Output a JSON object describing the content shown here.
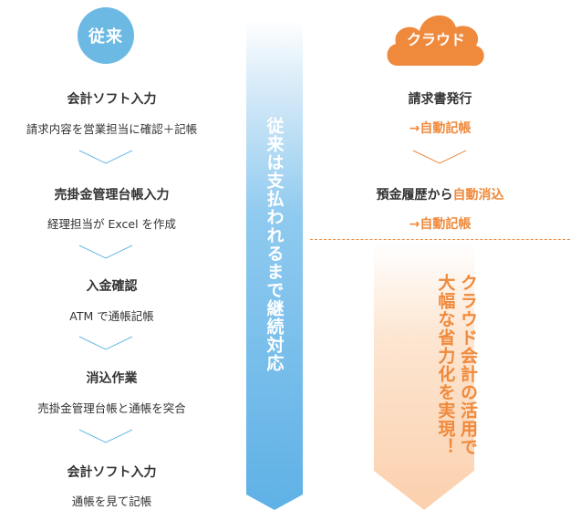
{
  "left": {
    "badge": "従来",
    "steps": [
      {
        "title": "会計ソフト入力",
        "desc": "請求内容を営業担当に確認＋記帳"
      },
      {
        "title": "売掛金管理台帳入力",
        "desc": "経理担当が Excel を作成"
      },
      {
        "title": "入金確認",
        "desc": "ATM で通帳記帳"
      },
      {
        "title": "消込作業",
        "desc": "売掛金管理台帳と通帳を突合"
      },
      {
        "title": "会計ソフト入力",
        "desc": "通帳を見て記帳"
      }
    ]
  },
  "middle": {
    "bar_text": "従来は支払われるまで継続対応"
  },
  "right": {
    "badge": "クラウド",
    "block1": {
      "line1": "請求書発行",
      "line2": "→自動記帳"
    },
    "block2": {
      "line1_dark": "預金履歴から",
      "line1_orange": "自動消込",
      "line2": "→自動記帳"
    },
    "bar_text_col1": "クラウド会計の活用で",
    "bar_text_col2": "大幅な省力化を実現！"
  },
  "colors": {
    "blue": "#6cb9e4",
    "orange": "#ef8a3d",
    "text": "#333333"
  }
}
